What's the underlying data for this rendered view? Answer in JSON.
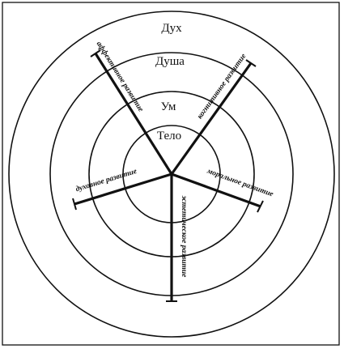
{
  "levels": {
    "spirit": "Дух",
    "soul": "Душа",
    "mind": "Ум",
    "body": "Тело"
  },
  "axes": {
    "affective": "аффективное развитие",
    "cognitive": "когнитивное развитие",
    "moral": "моральное развитие",
    "aesthetic": "эстетическое развитие",
    "spiritual": "духовное развитие"
  }
}
